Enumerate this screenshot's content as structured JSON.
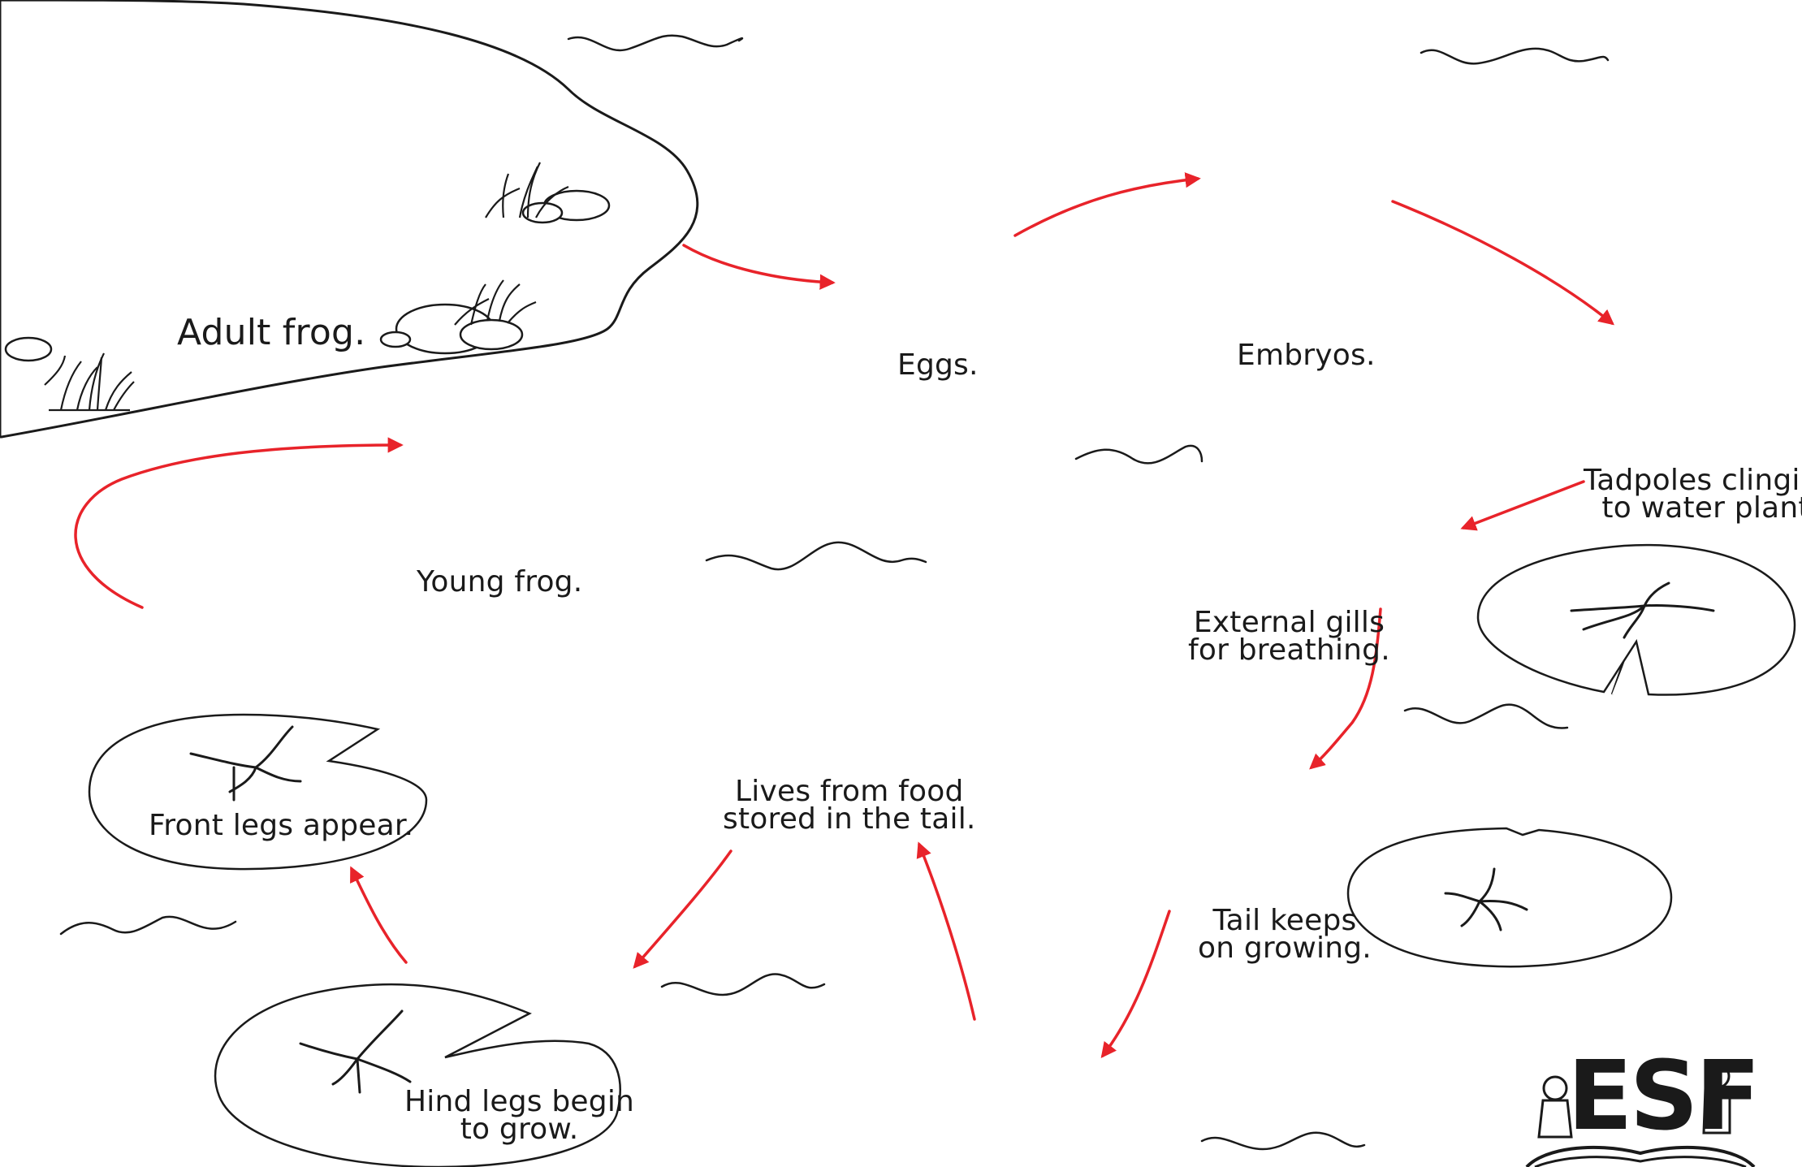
{
  "diagram": {
    "stages": {
      "adult_frog": "Adult frog.",
      "eggs": "Eggs.",
      "embryos": "Embryos.",
      "tadpoles_clinging": [
        "Tadpoles clinging",
        "to water plant."
      ],
      "external_gills": [
        "External gills",
        "for breathing."
      ],
      "tail_keeps": [
        "Tail keeps",
        "on growing."
      ],
      "lives_from_food": [
        "Lives from food",
        "stored in the tail."
      ],
      "hind_legs": [
        "Hind legs begin",
        "to grow."
      ],
      "front_legs": "Front legs appear.",
      "young_frog": "Young frog."
    },
    "logo_text": "ESF",
    "colors": {
      "arrow": "#e8232a",
      "ink": "#1a1a1a",
      "background": "#ffffff"
    }
  }
}
